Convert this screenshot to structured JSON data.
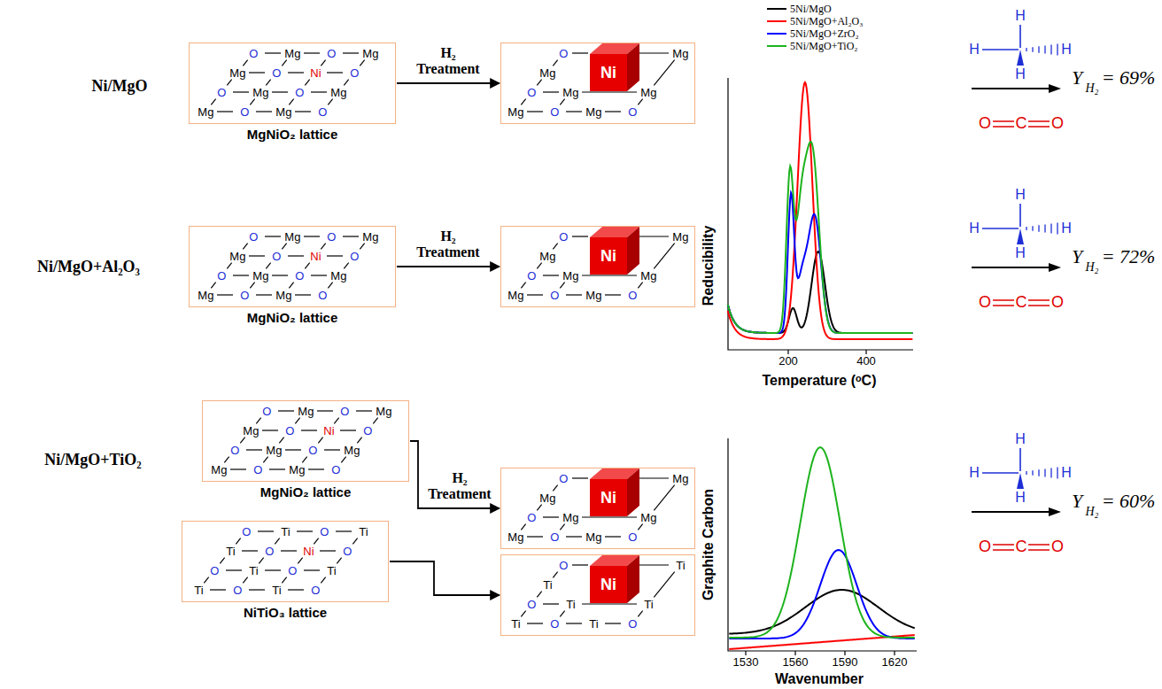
{
  "diagram": {
    "nodes": [
      {
        "text": [
          "O",
          "Mg",
          "O",
          "Mg",
          "Mg",
          "O",
          "Ni",
          "O",
          "O",
          "Mg",
          "O",
          "Mg",
          "Mg",
          "O",
          "Mg",
          "O",
          "MgNiO₂ lattice"
        ]
      },
      {
        "text": [
          "O",
          "Mg",
          "Mg",
          "O",
          "Mg",
          "Mg",
          "Mg",
          "O",
          "Mg",
          "O"
        ]
      },
      {
        "text": [
          "Ni"
        ],
        "in": 1
      },
      {
        "text": [
          "O",
          "Mg",
          "O",
          "Mg",
          "Mg",
          "O",
          "Ni",
          "O",
          "O",
          "Mg",
          "O",
          "Mg",
          "Mg",
          "O",
          "Mg",
          "O",
          "MgNiO₂ lattice"
        ]
      },
      {
        "text": [
          "O",
          "Mg",
          "Mg",
          "O",
          "Mg",
          "Mg",
          "Mg",
          "O",
          "Mg",
          "O"
        ]
      },
      {
        "text": [
          "Ni"
        ],
        "in": 4
      },
      {
        "text": [
          "O",
          "Mg",
          "O",
          "Mg",
          "Mg",
          "O",
          "Ni",
          "O",
          "O",
          "Mg",
          "O",
          "Mg",
          "Mg",
          "O",
          "Mg",
          "O",
          "MgNiO₂ lattice"
        ]
      },
      {
        "text": [
          "O",
          "Ti",
          "O",
          "Ti",
          "Ti",
          "O",
          "Ni",
          "O",
          "O",
          "Ti",
          "O",
          "Ti",
          "Ti",
          "O",
          "Ti",
          "O",
          "NiTiO₃ lattice"
        ]
      },
      {
        "text": [
          "O",
          "Mg",
          "Mg",
          "O",
          "Mg",
          "Mg",
          "Mg",
          "O",
          "Mg",
          "O"
        ]
      },
      {
        "text": [
          "Ni"
        ],
        "in": 8
      },
      {
        "text": [
          "O",
          "Ti",
          "Ti",
          "O",
          "Ti",
          "Ti",
          "Ti",
          "O",
          "Ti",
          "O"
        ]
      },
      {
        "text": [
          "Ni"
        ],
        "in": 10
      }
    ],
    "edges": [
      {
        "from": 0,
        "to": 1,
        "label": "H₂ Treatment",
        "arrow": "to"
      },
      {
        "from": 3,
        "to": 4,
        "label": "H₂ Treatment",
        "arrow": "to"
      },
      {
        "from": 6,
        "to": 8,
        "label": "H₂ Treatment",
        "arrow": "to"
      },
      {
        "from": 7,
        "to": 10,
        "arrow": "to"
      }
    ],
    "labels": [
      "Ni/MgO",
      "Ni/MgO+Al₂O₃",
      "Ni/MgO+TiO₂",
      "Reducibility",
      "200",
      "400",
      "Temperature (ᵒC)",
      "Graphite Carbon",
      "1530",
      "1560",
      "1590",
      "1620",
      "Wavenumber",
      "H",
      "H",
      "H",
      "H",
      "O",
      "C",
      "O",
      "Y",
      "H₂",
      "= 69%",
      "H",
      "H",
      "H",
      "H",
      "O",
      "C",
      "O",
      "Y",
      "H₂",
      "= 72%",
      "H",
      "H",
      "H",
      "H",
      "O",
      "C",
      "O",
      "Y",
      "H₂",
      "= 60%"
    ],
    "legend": [
      {
        "text": "5Ni/MgO",
        "color": "#000000"
      },
      {
        "text": "5Ni/MgO+Al₂O₃",
        "color": "#ff0000"
      },
      {
        "text": "5Ni/MgO+ZrO₂",
        "color": "#0000ff"
      },
      {
        "text": "5Ni/MgO+TiO₂",
        "color": "#1db31d"
      }
    ]
  }
}
